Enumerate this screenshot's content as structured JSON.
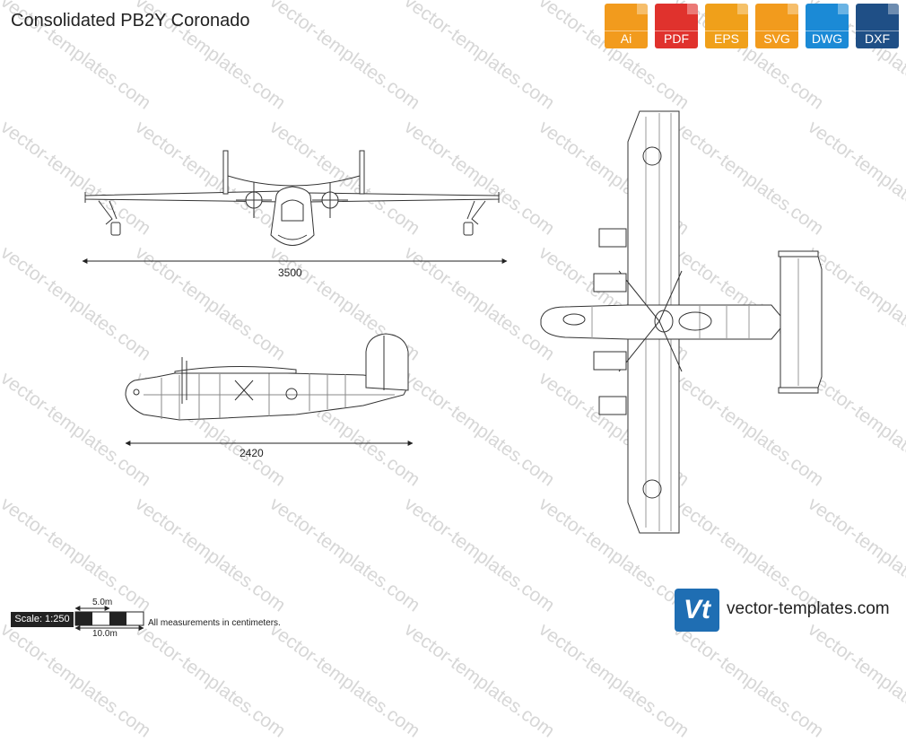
{
  "title": "Consolidated PB2Y Coronado",
  "watermark": "vector-templates.com",
  "formats": [
    {
      "label": "Ai",
      "color": "#f29b1d",
      "icon": "ai-file-icon"
    },
    {
      "label": "PDF",
      "color": "#e0322d",
      "icon": "pdf-file-icon"
    },
    {
      "label": "EPS",
      "color": "#f0a01a",
      "icon": "eps-file-icon"
    },
    {
      "label": "SVG",
      "color": "#f29b1d",
      "icon": "svg-file-icon"
    },
    {
      "label": "DWG",
      "color": "#1b8ad6",
      "icon": "dwg-file-icon"
    },
    {
      "label": "DXF",
      "color": "#1f4f86",
      "icon": "dxf-file-icon"
    }
  ],
  "dimensions": {
    "wingspan": "3500",
    "length": "2420"
  },
  "scale": {
    "label": "Scale: 1:250",
    "small_marker": "5.0m",
    "large_marker": "10.0m",
    "note": "All measurements in centimeters."
  },
  "brand": {
    "logo_text": "Vt",
    "logo_color": "#1f6eb3",
    "site": "vector-templates.com"
  }
}
